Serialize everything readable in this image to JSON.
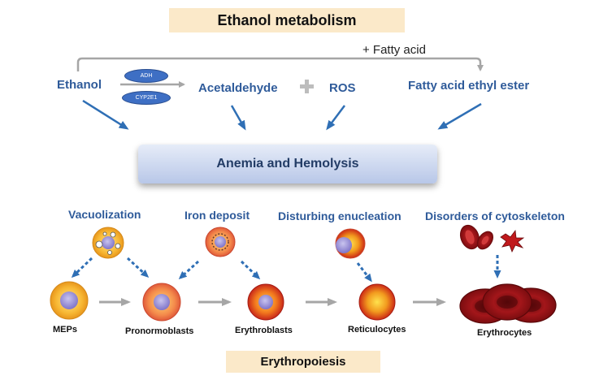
{
  "title": "Ethanol metabolism",
  "footer": "Erythropoiesis",
  "fatty_acid_label": "+ Fatty acid",
  "metabolites": {
    "ethanol": "Ethanol",
    "acetaldehyde": "Acetaldehyde",
    "ros": "ROS",
    "faee": "Fatty acid ethyl ester"
  },
  "enzymes": {
    "adh": "ADH",
    "cyp2e1": "CYP2E1"
  },
  "plus_sign": "+",
  "central": "Anemia and Hemolysis",
  "effects": {
    "vacuolization": "Vacuolization",
    "iron": "Iron deposit",
    "enucleation": "Disturbing enucleation",
    "cytoskeleton": "Disorders of cytoskeleton"
  },
  "cells": {
    "meps": "MEPs",
    "pronormoblasts": "Pronormoblasts",
    "erythroblasts": "Erythroblasts",
    "reticulocytes": "Reticulocytes",
    "erythrocytes": "Erythrocytes"
  },
  "colors": {
    "blue_text": "#2f5b9a",
    "arrow_blue": "#2f6fb5",
    "grey_arrow": "#a6a6a6",
    "title_bg": "#fbe9c9",
    "rbc": "#9e1418"
  }
}
